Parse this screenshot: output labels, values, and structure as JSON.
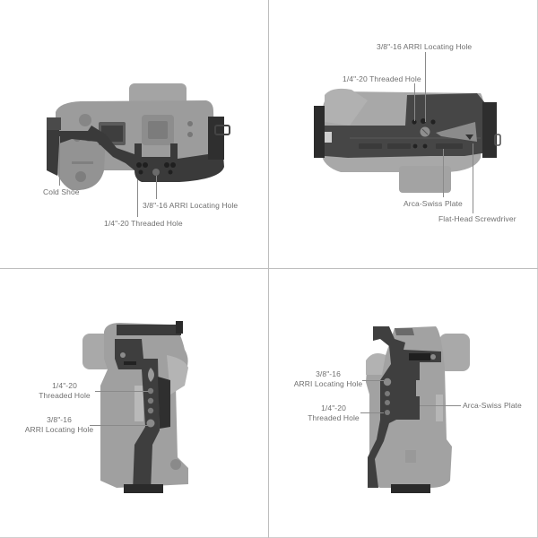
{
  "figure": {
    "description": "Camera cage product diagram with four views",
    "layout": "2x2 grid",
    "colors": {
      "background": "#ffffff",
      "divider": "#bdbdbd",
      "label_text": "#6f6f6f",
      "leader_line": "#8a8a8a",
      "camera_body": "#9a9a9a",
      "cage_metal": "#3a3a3a"
    }
  },
  "panels": [
    {
      "view": "top",
      "labels": [
        {
          "text": "Cold Shoe"
        },
        {
          "text": "3/8\"-16 ARRI Locating Hole"
        },
        {
          "text": "1/4\"-20 Threaded Hole"
        }
      ]
    },
    {
      "view": "bottom",
      "labels": [
        {
          "text": "3/8\"-16 ARRI Locating Hole"
        },
        {
          "text": "1/4\"-20 Threaded Hole"
        },
        {
          "text": "Arca-Swiss Plate"
        },
        {
          "text": "Flat-Head Screwdriver"
        }
      ]
    },
    {
      "view": "right-side",
      "labels": [
        {
          "line1": "1/4\"-20",
          "line2": "Threaded Hole"
        },
        {
          "line1": "3/8\"-16",
          "line2": "ARRI Locating Hole"
        }
      ]
    },
    {
      "view": "left-side",
      "labels": [
        {
          "line1": "3/8\"-16",
          "line2": "ARRI Locating Hole"
        },
        {
          "line1": "1/4\"-20",
          "line2": "Threaded Hole"
        },
        {
          "text": "Arca-Swiss Plate"
        }
      ]
    }
  ]
}
